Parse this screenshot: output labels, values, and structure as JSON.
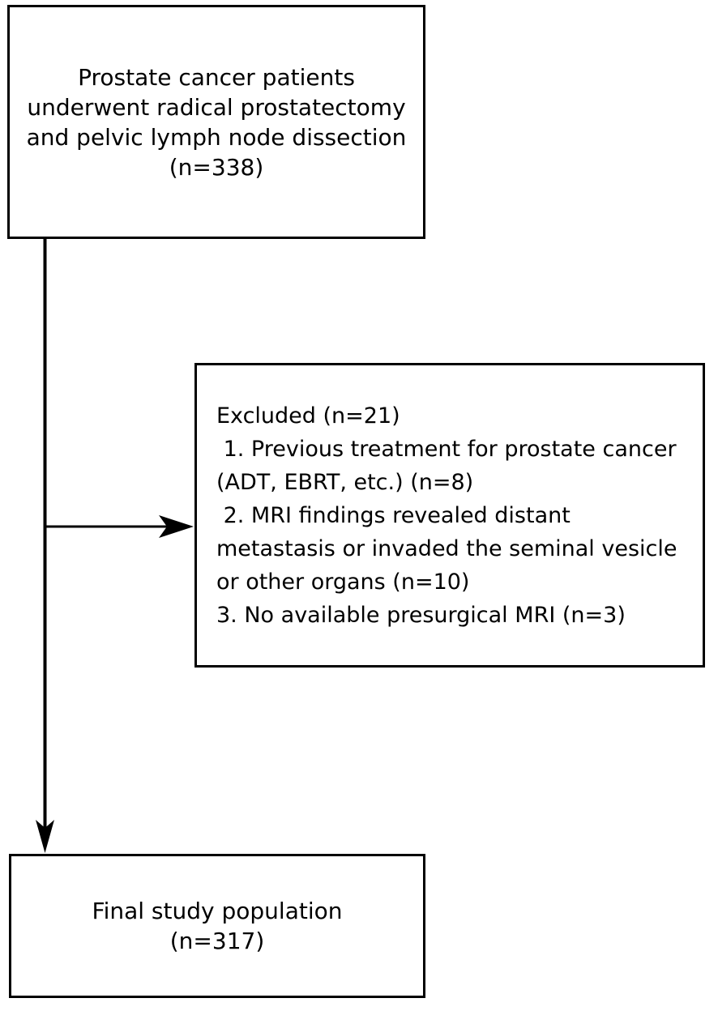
{
  "figure": {
    "type": "flowchart",
    "orientation": "vertical-with-right-branch",
    "background_color": "#ffffff",
    "line_color": "#000000",
    "text_color": "#000000"
  },
  "boxes": {
    "enrolled": {
      "name": "enrolled-cohort-box",
      "lines": [
        "Prostate cancer patients",
        "underwent radical prostatectomy",
        "and pelvic lymph node dissection",
        "(n=338)"
      ],
      "count_label": "(n=338)",
      "count": 338,
      "align": "center"
    },
    "excluded": {
      "name": "excluded-box",
      "lines": [
        "Excluded (n=21)",
        " 1. Previous treatment for prostate cancer",
        "(ADT, EBRT, etc.) (n=8)",
        " 2. MRI findings revealed distant",
        "metastasis or invaded the seminal vesicle",
        "or other organs (n=10)",
        "3. No available presurgical MRI (n=3)"
      ],
      "heading": "Excluded (n=21)",
      "count": 21,
      "align": "left",
      "reasons": [
        {
          "number": "1.",
          "text": "Previous treatment for prostate cancer (ADT, EBRT, etc.)",
          "count_label": "(n=8)",
          "count": 8
        },
        {
          "number": "2.",
          "text": "MRI findings revealed distant metastasis or invaded the seminal vesicle or other organs",
          "count_label": "(n=10)",
          "count": 10
        },
        {
          "number": "3.",
          "text": "No available presurgical MRI",
          "count_label": "(n=3)",
          "count": 3
        }
      ]
    },
    "final": {
      "name": "final-population-box",
      "lines": [
        "Final study population",
        "(n=317)"
      ],
      "count_label": "(n=317)",
      "count": 317,
      "align": "center"
    }
  },
  "connectors": [
    {
      "name": "trunk-to-final-arrow",
      "from": "enrolled",
      "to": "final",
      "direction": "down",
      "arrowhead": true
    },
    {
      "name": "branch-to-excluded-arrow",
      "from": "trunk",
      "to": "excluded",
      "direction": "right",
      "arrowhead": true
    }
  ]
}
